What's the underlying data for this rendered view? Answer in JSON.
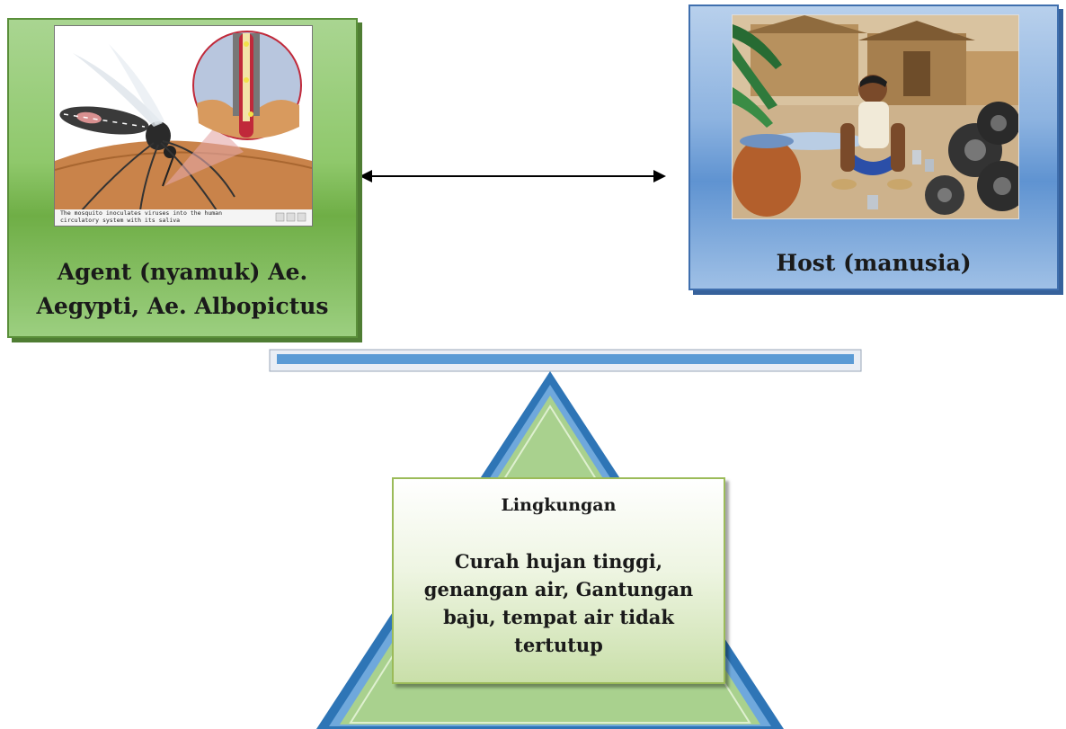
{
  "agent": {
    "label": "Agent (nyamuk) Ae. Aegypti, Ae. Albopictus",
    "image": {
      "caption": "The mosquito inoculates viruses into the human circulatory system with its saliva"
    }
  },
  "host": {
    "label": "Host (manusia)"
  },
  "environment": {
    "title": "Lingkungan",
    "description": "Curah hujan tinggi, genangan air, Gantungan baju, tempat air tidak tertutup"
  },
  "colors": {
    "agent_fill": "#8fc86b",
    "host_fill": "#5f93d1",
    "beam": "#5b9bd5",
    "triangle_fill": "#a9d18e",
    "triangle_border": "#2e75b6",
    "environment_border": "#9bbb59"
  },
  "connector": {
    "type": "double-headed-arrow"
  }
}
